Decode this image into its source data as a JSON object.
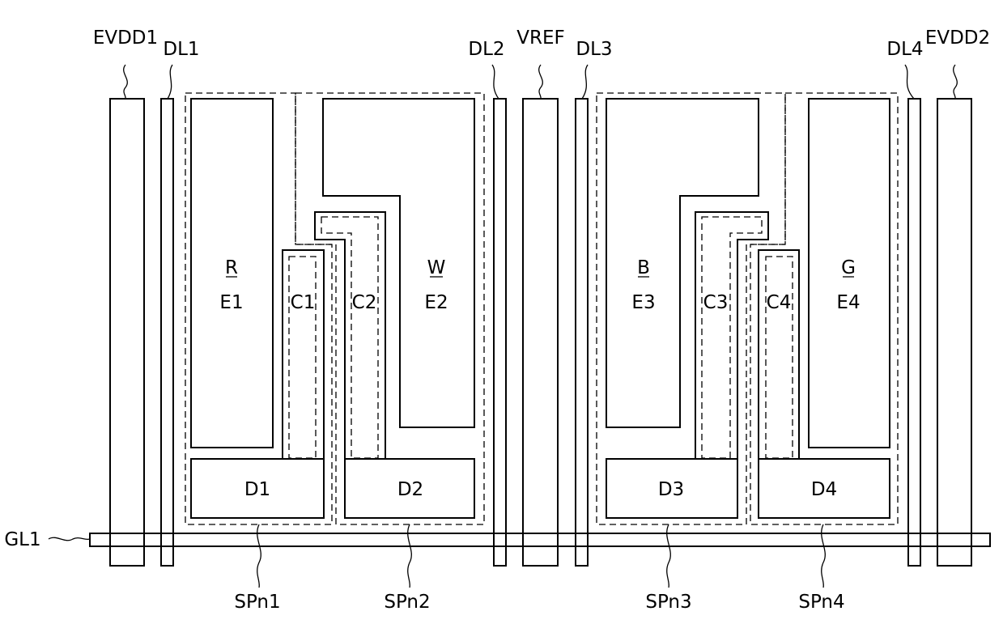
{
  "lines": {
    "evdd1": "EVDD1",
    "dl1": "DL1",
    "dl2": "DL2",
    "vref": "VREF",
    "dl3": "DL3",
    "dl4": "DL4",
    "evdd2": "EVDD2",
    "gl1": "GL1"
  },
  "subpixels": [
    {
      "id": "SPn1",
      "color": "R",
      "electrode": "E1",
      "capacitor": "C1",
      "driver": "D1"
    },
    {
      "id": "SPn2",
      "color": "W",
      "electrode": "E2",
      "capacitor": "C2",
      "driver": "D2"
    },
    {
      "id": "SPn3",
      "color": "B",
      "electrode": "E3",
      "capacitor": "C3",
      "driver": "D3"
    },
    {
      "id": "SPn4",
      "color": "G",
      "electrode": "E4",
      "capacitor": "C4",
      "driver": "D4"
    }
  ]
}
